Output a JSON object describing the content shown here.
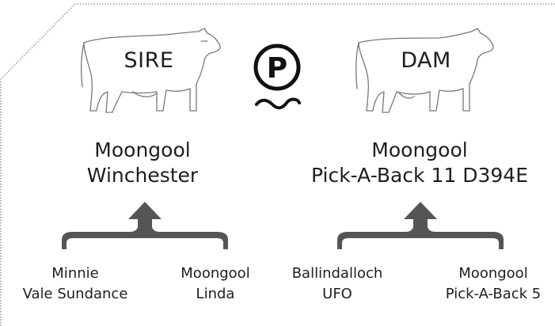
{
  "sire": {
    "label": "SIRE",
    "name_line1": "Moongool",
    "name_line2": "Winchester",
    "grandsire": {
      "line1": "Minnie",
      "line2": "Vale Sundance"
    },
    "granddam": {
      "line1": "Moongool",
      "line2": "Linda"
    }
  },
  "dam": {
    "label": "DAM",
    "name_line1": "Moongool",
    "name_line2": "Pick-A-Back 11 D394E",
    "grandsire": {
      "line1": "Ballindalloch",
      "line2": "UFO"
    },
    "granddam": {
      "line1": "Moongool",
      "line2": "Pick-A-Back 5"
    }
  },
  "logo": {
    "glyph": "P",
    "icon": "polled-p-icon"
  },
  "colors": {
    "text": "#1e1e1e",
    "bracket": "#555555",
    "outline": "#777777",
    "border": "#888888"
  }
}
